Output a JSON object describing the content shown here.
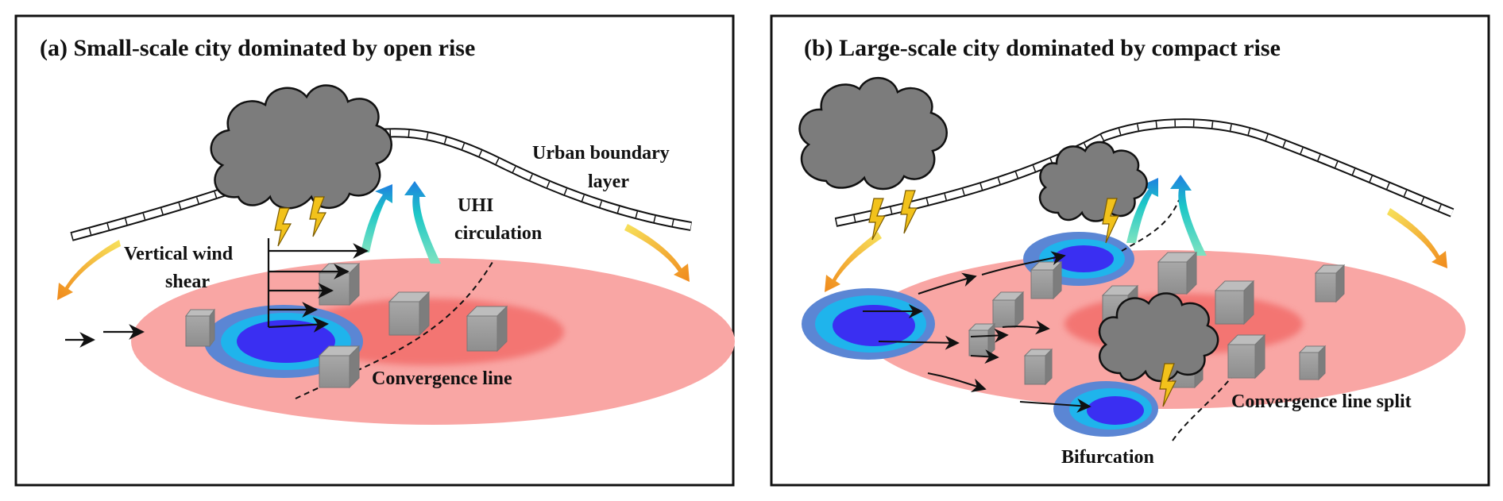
{
  "panels": [
    {
      "title": "(a) Small-scale city dominated by open rise",
      "labels": {
        "ubl": [
          "Urban boundary",
          "layer"
        ],
        "uhi": [
          "UHI",
          "circulation"
        ],
        "shear": [
          "Vertical wind",
          "shear"
        ],
        "convergence": "Convergence line"
      }
    },
    {
      "title": "(b) Large-scale city dominated by compact rise",
      "labels": {
        "split": "Convergence line split",
        "bifurcation": "Bifurcation"
      }
    }
  ],
  "colors": {
    "uhi_outer": "#f9a6a4",
    "uhi_inner": "#f26d6a",
    "storm_outer": "#5b86d4",
    "storm_mid": "#1fb4ec",
    "storm_core": "#3a2ff2",
    "cloud": "#7c7c7c",
    "lightning": "#f2c21b",
    "building": "#9c9c9c",
    "updraft": "#1cc7c7",
    "downdraft": "#f39c2c"
  }
}
